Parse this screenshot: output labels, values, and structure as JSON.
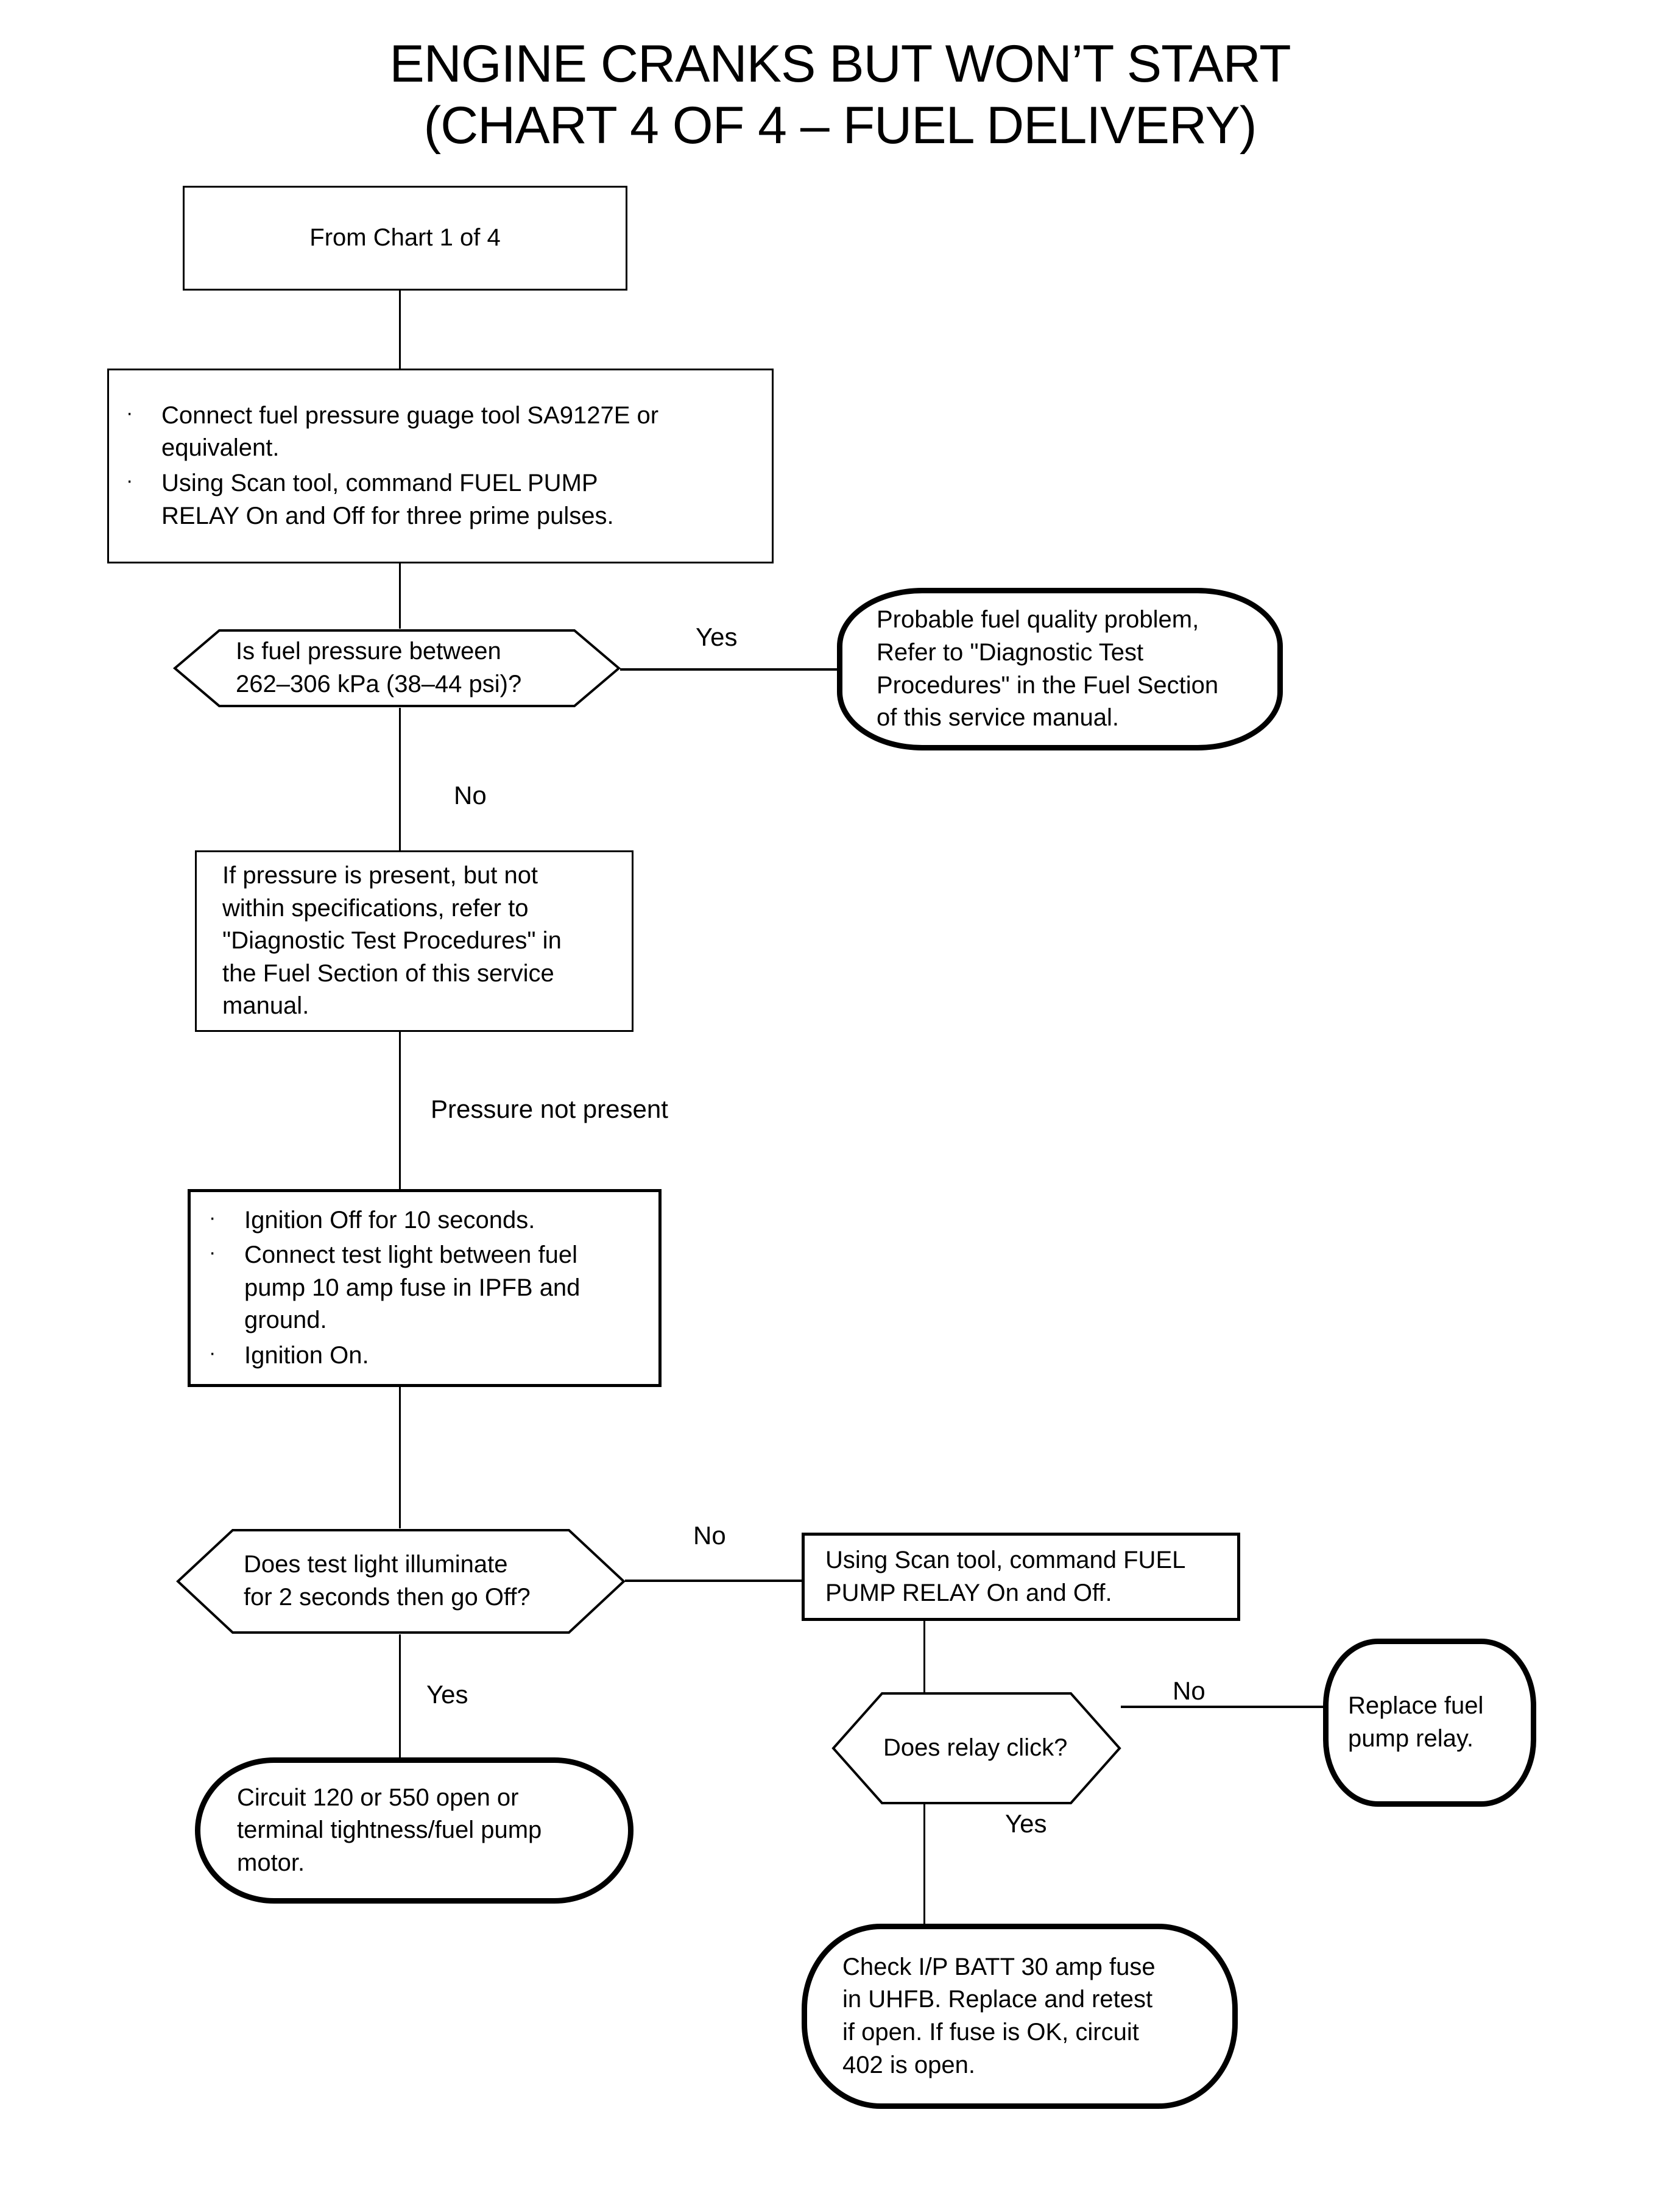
{
  "title": "ENGINE CRANKS BUT WON’T START\n(CHART 4 OF 4 – FUEL DELIVERY)",
  "chart_data": {
    "type": "flowchart",
    "title": "ENGINE CRANKS BUT WON’T START (CHART 4 OF 4 – FUEL DELIVERY)",
    "nodes": [
      {
        "id": "entry",
        "shape": "rectangle",
        "text": "From Chart 1 of 4"
      },
      {
        "id": "step1",
        "shape": "rectangle",
        "text": "Connect fuel pressure guage tool SA9127E or equivalent. | Using Scan tool, command FUEL PUMP RELAY On and Off for three prime pulses."
      },
      {
        "id": "decision1",
        "shape": "hexagon",
        "text": "Is fuel pressure between 262–306 kPa (38–44 psi)?"
      },
      {
        "id": "terminal1",
        "shape": "terminal",
        "text": "Probable fuel quality problem, Refer to \"Diagnostic Test Procedures\" in the Fuel Section of this service manual."
      },
      {
        "id": "note1",
        "shape": "rectangle",
        "text": "If pressure is present, but not within specifications, refer to \"Diagnostic Test Procedures\" in the Fuel Section of this service manual."
      },
      {
        "id": "step2",
        "shape": "rectangle",
        "text": "Ignition Off for 10 seconds. | Connect test light between fuel pump 10 amp fuse in IPFB and ground. | Ignition On."
      },
      {
        "id": "decision2",
        "shape": "hexagon",
        "text": "Does test light illuminate for 2 seconds then go Off?"
      },
      {
        "id": "step3",
        "shape": "rectangle",
        "text": "Using Scan tool, command FUEL PUMP RELAY On and Off."
      },
      {
        "id": "terminal2",
        "shape": "terminal",
        "text": "Circuit 120 or 550 open or terminal tightness/fuel pump motor."
      },
      {
        "id": "decision3",
        "shape": "hexagon",
        "text": "Does relay click?"
      },
      {
        "id": "terminal3",
        "shape": "terminal",
        "text": "Replace fuel pump relay."
      },
      {
        "id": "terminal4",
        "shape": "terminal",
        "text": "Check I/P BATT 30 amp fuse in UHFB. Replace and retest if open. If fuse is OK, circuit 402 is open."
      }
    ],
    "edges": [
      {
        "from": "entry",
        "to": "step1",
        "label": ""
      },
      {
        "from": "step1",
        "to": "decision1",
        "label": ""
      },
      {
        "from": "decision1",
        "to": "terminal1",
        "label": "Yes"
      },
      {
        "from": "decision1",
        "to": "note1",
        "label": "No"
      },
      {
        "from": "note1",
        "to": "step2",
        "label": "Pressure not present"
      },
      {
        "from": "decision2",
        "to": "step3",
        "label": "No"
      },
      {
        "from": "decision2",
        "to": "terminal2",
        "label": "Yes"
      },
      {
        "from": "step3",
        "to": "decision3",
        "label": ""
      },
      {
        "from": "decision3",
        "to": "terminal3",
        "label": "No"
      },
      {
        "from": "decision3",
        "to": "terminal4",
        "label": "Yes"
      }
    ]
  },
  "nodes": {
    "entry": {
      "text": "From Chart 1 of 4"
    },
    "step1": {
      "bullets": [
        "Connect fuel pressure guage tool SA9127E or\nequivalent.",
        "Using Scan tool, command FUEL PUMP\nRELAY On and Off for three prime pulses."
      ],
      "bullet_glyph": "·"
    },
    "decision1": {
      "text": "Is fuel pressure between\n262–306 kPa (38–44 psi)?"
    },
    "terminal1": {
      "text": "Probable fuel quality problem,\nRefer to \"Diagnostic Test\nProcedures\" in the Fuel Section\nof this service manual."
    },
    "note1": {
      "text": "If pressure is present, but not\nwithin specifications, refer to\n\"Diagnostic Test Procedures\" in\nthe Fuel Section of this service\nmanual."
    },
    "step2": {
      "bullets": [
        "Ignition Off for 10 seconds.",
        "Connect test light between fuel\npump 10 amp fuse in IPFB and\nground.",
        "Ignition On."
      ],
      "bullet_glyph": "·"
    },
    "decision2": {
      "text": "Does test light illuminate\nfor 2 seconds then go Off?"
    },
    "step3": {
      "text": "Using Scan tool, command FUEL\nPUMP RELAY On and Off."
    },
    "terminal2": {
      "text": "Circuit 120 or 550 open or\nterminal tightness/fuel pump\nmotor."
    },
    "decision3": {
      "text": "Does relay click?"
    },
    "terminal3": {
      "text": "Replace fuel\npump relay."
    },
    "terminal4": {
      "text": "Check I/P BATT 30 amp fuse\nin UHFB. Replace and retest\nif open. If fuse is OK, circuit\n402 is open."
    }
  },
  "edge_labels": {
    "yes1": "Yes",
    "no1": "No",
    "pressure_not_present": "Pressure not present",
    "no2": "No",
    "yes2": "Yes",
    "no3": "No",
    "yes3": "Yes"
  },
  "colors": {
    "ink": "#000000",
    "paper": "#ffffff"
  }
}
